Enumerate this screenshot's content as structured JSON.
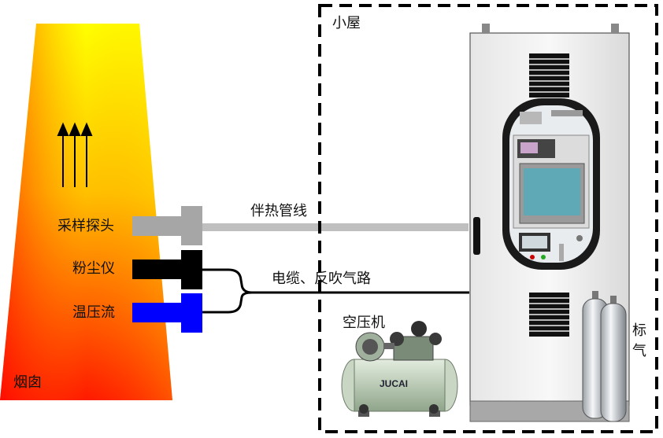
{
  "labels": {
    "chimney": "烟囱",
    "sampling_probe": "采样探头",
    "dust_meter": "粉尘仪",
    "temp_pressure_flow": "温压流",
    "heat_tracing_line": "伴热管线",
    "cable_backblow": "电缆、反吹气路",
    "shelter": "小屋",
    "air_compressor": "空压机",
    "compressor_brand": "JUCAI",
    "calibration_gas_1": "标",
    "calibration_gas_2": "气"
  },
  "colors": {
    "chimney_top": "#ffff00",
    "chimney_bottom": "#ff0000",
    "probe_gray": "#a6a6a6",
    "dust_black": "#000000",
    "tpf_blue": "#0000ff",
    "heat_line": "#bfbfbf",
    "cabinet": "#f0f0f0",
    "screen": "#5fa8b5"
  },
  "icons": {
    "flow": "up-arrow-icon",
    "compressor": "air-compressor-icon",
    "gas": "gas-cylinder-icon",
    "cabinet": "analyzer-cabinet-icon"
  }
}
